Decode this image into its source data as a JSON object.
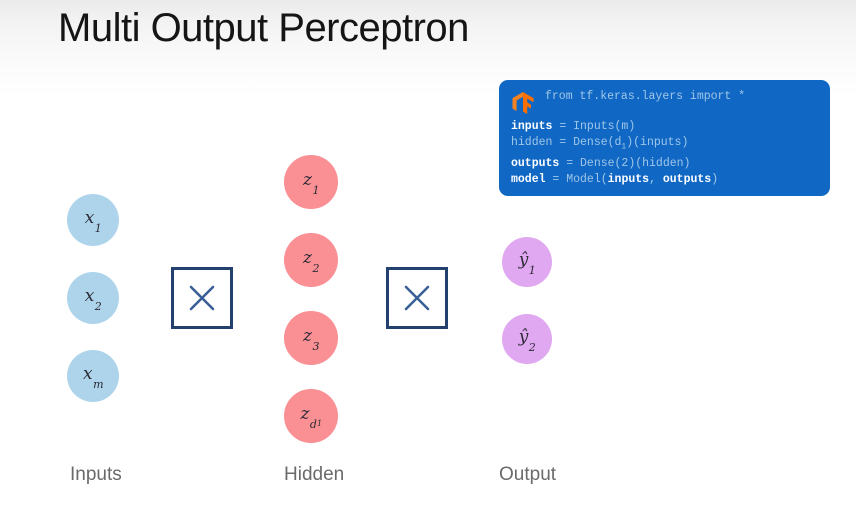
{
  "slide": {
    "title": "Multi Output Perceptron",
    "background": "#ffffff"
  },
  "colors": {
    "input_node": "#aed4ec",
    "hidden_node": "#fa8f94",
    "output_node": "#e0a8f0",
    "box_border": "#23416f",
    "code_background": "#1068c4",
    "code_text": "#9fc6e8",
    "code_keyword": "#ffffff",
    "caption_text": "#6a6a6a",
    "title_text": "#151515",
    "tf_logo": "#ff6f00"
  },
  "diagram": {
    "type": "neural-network",
    "layers": [
      {
        "name": "inputs",
        "caption": "Inputs",
        "nodes": [
          {
            "base": "x",
            "sub": "1",
            "label": "x1"
          },
          {
            "base": "x",
            "sub": "2",
            "label": "x2"
          },
          {
            "base": "x",
            "sub": "m",
            "label": "xm"
          }
        ]
      },
      {
        "name": "hidden",
        "caption": "Hidden",
        "nodes": [
          {
            "base": "z",
            "sub": "1",
            "subsub": "",
            "label": "z1"
          },
          {
            "base": "z",
            "sub": "2",
            "subsub": "",
            "label": "z2"
          },
          {
            "base": "z",
            "sub": "3",
            "subsub": "",
            "label": "z3"
          },
          {
            "base": "z",
            "sub": "d",
            "subsub": "1",
            "label": "zd1"
          }
        ]
      },
      {
        "name": "output",
        "caption": "Output",
        "nodes": [
          {
            "base": "ŷ",
            "sub": "1",
            "label": "yhat1"
          },
          {
            "base": "ŷ",
            "sub": "2",
            "label": "yhat2"
          }
        ]
      }
    ],
    "operators": [
      {
        "name": "multiply-1",
        "symbol": "×"
      },
      {
        "name": "multiply-2",
        "symbol": "×"
      }
    ]
  },
  "code": {
    "logo": "tensorflow-logo",
    "lines": [
      {
        "id": "import",
        "parts": [
          {
            "text": "from tf.keras.layers import *",
            "bold": false
          }
        ]
      },
      {
        "id": "inputs",
        "parts": [
          {
            "text": "inputs",
            "bold": true
          },
          {
            "text": " = Inputs(m)",
            "bold": false
          }
        ]
      },
      {
        "id": "hidden",
        "parts": [
          {
            "text": "hidden = Dense(d",
            "bold": false
          },
          {
            "text": "1",
            "bold": false,
            "sub": true
          },
          {
            "text": ")(inputs)",
            "bold": false
          }
        ]
      },
      {
        "id": "outputs",
        "parts": [
          {
            "text": "outputs",
            "bold": true
          },
          {
            "text": " = Dense(2)(hidden)",
            "bold": false
          }
        ]
      },
      {
        "id": "model",
        "parts": [
          {
            "text": "model",
            "bold": true
          },
          {
            "text": " = Model(",
            "bold": false
          },
          {
            "text": "inputs",
            "bold": true
          },
          {
            "text": ", ",
            "bold": false
          },
          {
            "text": "outputs",
            "bold": true
          },
          {
            "text": ")",
            "bold": false
          }
        ]
      }
    ]
  }
}
